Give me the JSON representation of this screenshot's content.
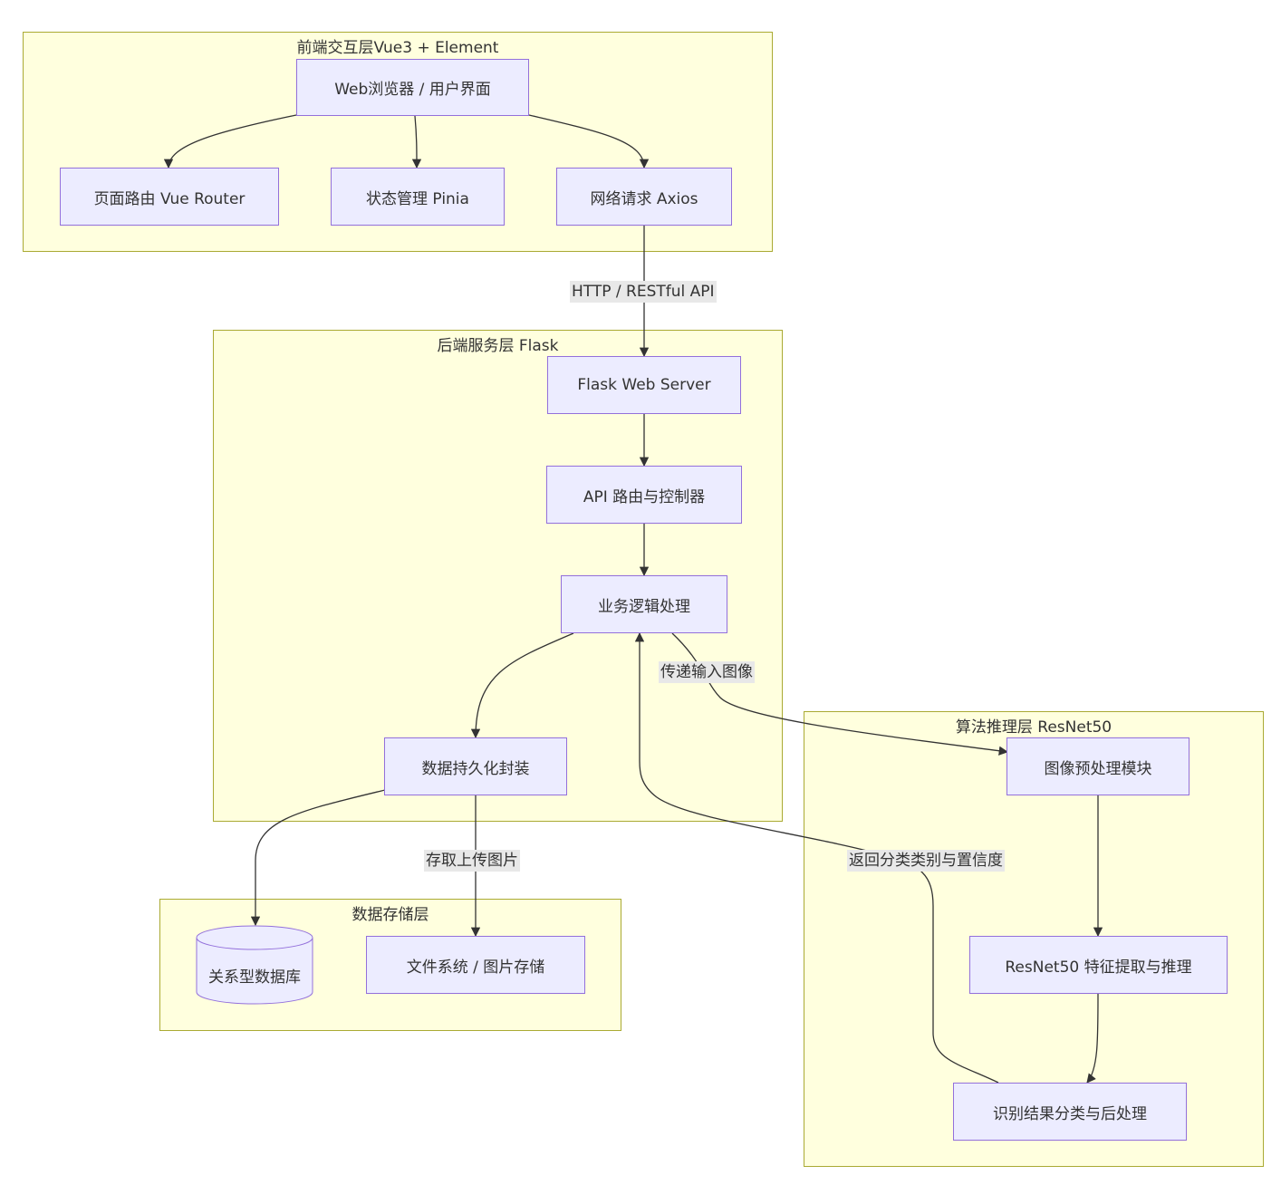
{
  "clusters": {
    "frontend": "前端交互层Vue3 + Element",
    "backend": "后端服务层 Flask",
    "algorithm": "算法推理层 ResNet50",
    "storage": "数据存储层"
  },
  "nodes": {
    "browser": "Web浏览器 / 用户界面",
    "router": "页面路由 Vue Router",
    "pinia": "状态管理 Pinia",
    "axios": "网络请求 Axios",
    "flask_server": "Flask Web Server",
    "api_router": "API 路由与控制器",
    "business": "业务逻辑处理",
    "persistence": "数据持久化封装",
    "preprocess": "图像预处理模块",
    "resnet": "ResNet50 特征提取与推理",
    "postprocess": "识别结果分类与后处理",
    "database": "关系型数据库",
    "filesystem": "文件系统 / 图片存储"
  },
  "edge_labels": {
    "http": "HTTP / RESTful API",
    "send_image": "传递输入图像",
    "return_result": "返回分类类别与置信度",
    "store_image": "存取上传图片"
  },
  "colors": {
    "cluster_fill": "#ffffde",
    "cluster_stroke": "#aaaa33",
    "node_fill": "#ececff",
    "node_stroke": "#9370db",
    "edge": "#333333",
    "label_bg": "#e8e8e8"
  }
}
